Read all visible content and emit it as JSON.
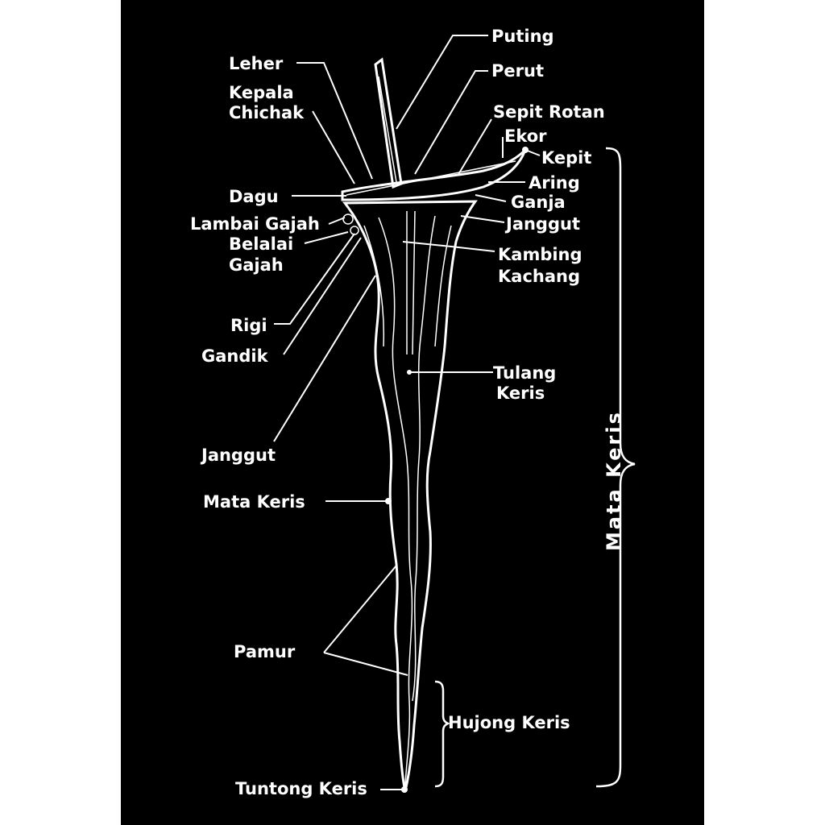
{
  "colors": {
    "background": "#000000",
    "ink": "#ffffff",
    "margin": "#ffffff"
  },
  "labels": {
    "puting": "Puting",
    "leher": "Leher",
    "perut": "Perut",
    "kepala_1": "Kepala",
    "kepala_2": "Chichak",
    "sepit_rotan": "Sepit Rotan",
    "ekor": "Ekor",
    "kepit": "Kepit",
    "aring": "Aring",
    "dagu": "Dagu",
    "ganja": "Ganja",
    "lambai_gajah": "Lambai Gajah",
    "janggut_right": "Janggut",
    "belalai_1": "Belalai",
    "belalai_2": "Gajah",
    "kambing_1": "Kambing",
    "kambing_2": "Kachang",
    "rigi": "Rigi",
    "gandik": "Gandik",
    "tulang_1": "Tulang",
    "tulang_2": "Keris",
    "janggut_left": "Janggut",
    "mata_keris": "Mata Keris",
    "pamur": "Pamur",
    "hujong_keris": "Hujong Keris",
    "tuntong_keris": "Tuntong Keris",
    "mata_keris_vertical": "Mata Keris"
  }
}
